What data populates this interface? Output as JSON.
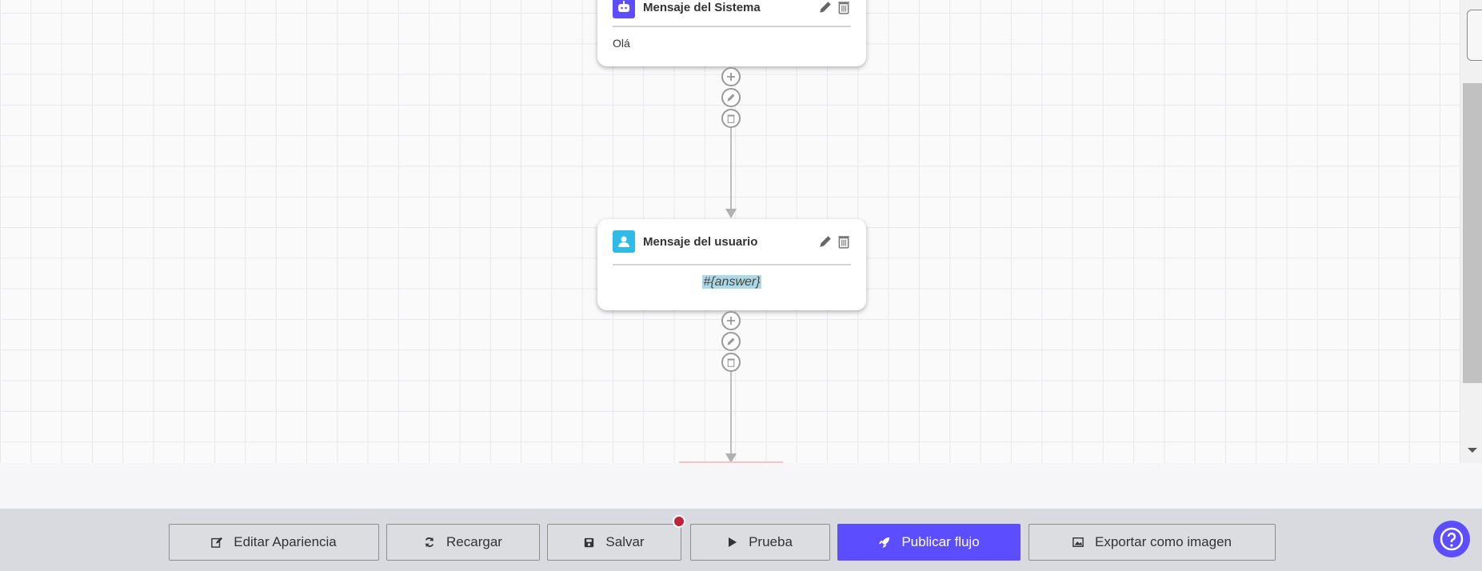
{
  "nodes": [
    {
      "type": "system",
      "title": "Mensaje del Sistema",
      "content": "Olá",
      "icon": "robot-icon",
      "color": "#5c4dff"
    },
    {
      "type": "user",
      "title": "Mensaje del usuario",
      "content": "#{answer}",
      "icon": "user-icon",
      "color": "#2ebbe8"
    }
  ],
  "toolbar": {
    "edit_appearance": "Editar Apariencia",
    "reload": "Recargar",
    "save": "Salvar",
    "test": "Prueba",
    "publish": "Publicar flujo",
    "export": "Exportar como imagen"
  },
  "colors": {
    "primary": "#5c4dff",
    "unsaved_dot": "#c0223a"
  }
}
